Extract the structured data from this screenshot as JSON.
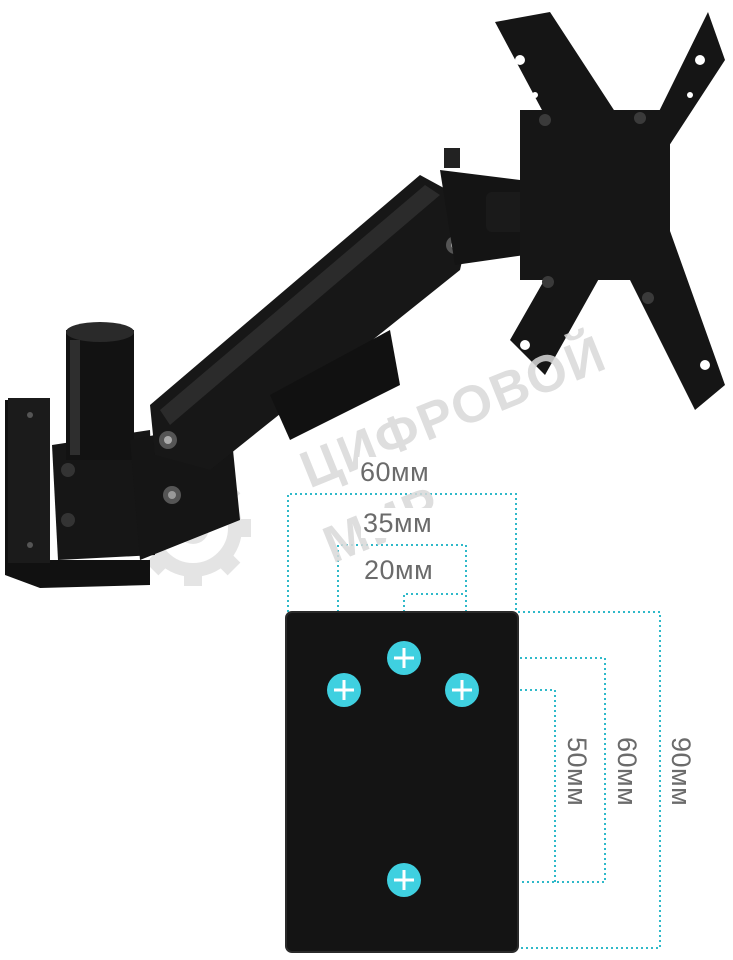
{
  "watermark": {
    "line1": "ЦИФРОВОЙ",
    "line2": "МИР"
  },
  "dimensions": {
    "horizontal": [
      "60мм",
      "35мм",
      "20мм"
    ],
    "vertical": [
      "50мм",
      "60мм",
      "90мм"
    ]
  },
  "colors": {
    "product": "#141414",
    "guide": "#2fb9c9",
    "plus_marker": "#3fd0e0",
    "label": "#6b6b6b",
    "watermark": "#d9d9d9"
  }
}
